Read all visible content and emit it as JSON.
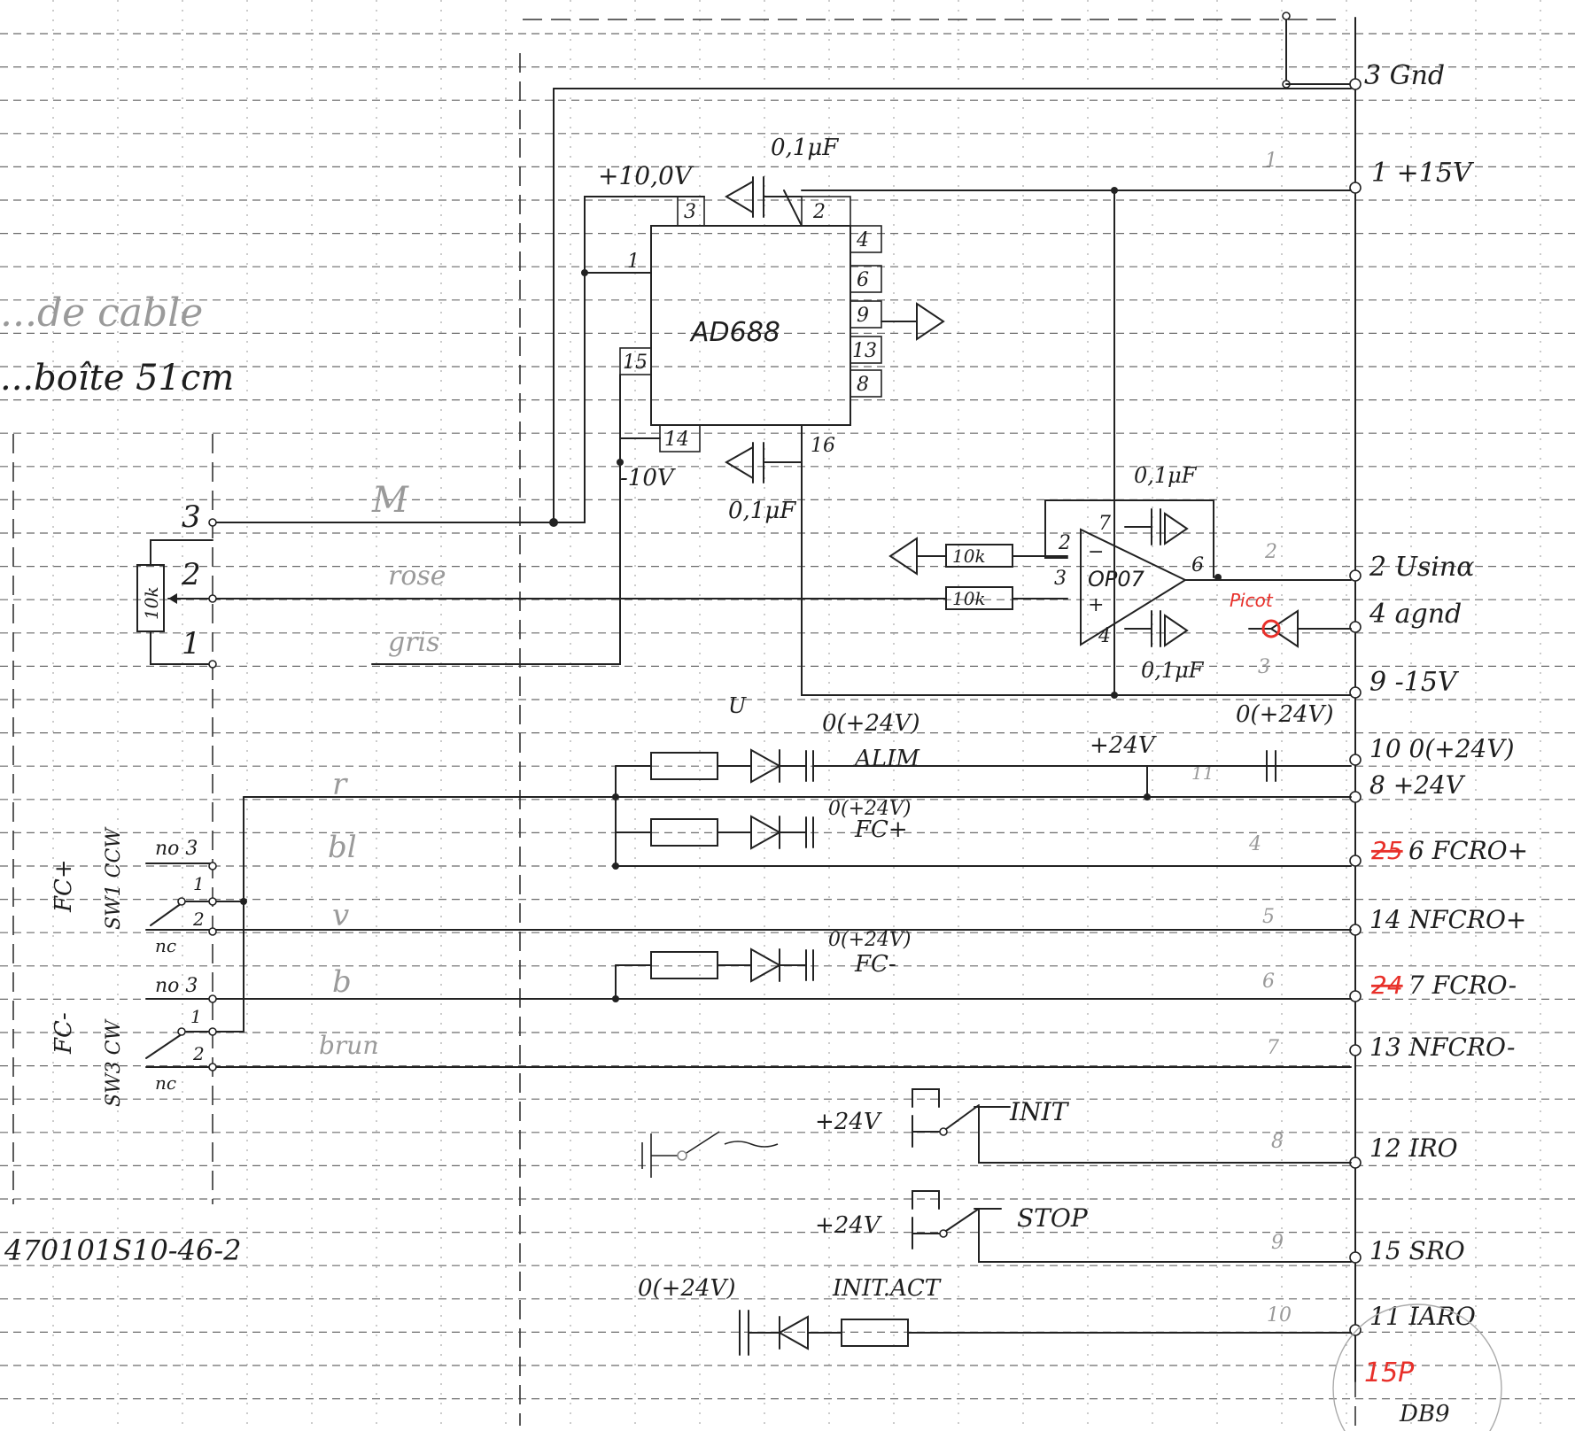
{
  "connector_pins": [
    {
      "label": "3 Gnd"
    },
    {
      "label": "1 +15V"
    },
    {
      "label": "2 Usinα"
    },
    {
      "label": "4 agnd"
    },
    {
      "label": "9 -15V"
    },
    {
      "label": "10 0(+24V)"
    },
    {
      "label": "8 +24V"
    },
    {
      "label": "6 FCRO+",
      "struck": "25",
      "correction": "6"
    },
    {
      "label": "14 NFCRO+"
    },
    {
      "label": "7 FCRO-",
      "struck": "24",
      "correction": "7"
    },
    {
      "label": "13 NFCRO-"
    },
    {
      "label": "12 IRO"
    },
    {
      "label": "15 SRO"
    },
    {
      "label": "11 IARO"
    }
  ],
  "connector_note": "DB9",
  "connector_note_red": "15P",
  "pencil_wire_numbers": [
    "1",
    "2",
    "3",
    "4",
    "5",
    "6",
    "7",
    "8",
    "9",
    "10",
    "11"
  ],
  "ad688": {
    "name": "AD688",
    "supply_label": "+10,0V",
    "neg_supply_label": "-10V",
    "cap_top": "0,1μF",
    "cap_bottom": "0,1μF",
    "pins": [
      "3",
      "2",
      "1",
      "4",
      "6",
      "9",
      "13",
      "8",
      "15",
      "14",
      "16"
    ]
  },
  "op07": {
    "name": "OP07",
    "pins": [
      "2",
      "3",
      "7",
      "6",
      "4"
    ],
    "minus": "−",
    "plus": "+",
    "cap_top": "0,1μF",
    "cap_bottom": "0,1μF",
    "res_1": "10k",
    "res_2": "10k",
    "red_note": "Picot"
  },
  "potentiometer": {
    "value": "10k",
    "pins": [
      "3",
      "2",
      "1"
    ]
  },
  "cable_notes": {
    "line1": "...de cable",
    "line2": "...boîte  51cm"
  },
  "wire_colors_pencil": {
    "w1": "M",
    "w2": "rose",
    "w3": "gris",
    "w4": "r",
    "w5": "bl",
    "w6": "v",
    "w7": "b",
    "w8": "brun"
  },
  "leds": [
    {
      "label": "ALIM",
      "supply": "0(+24V)"
    },
    {
      "label": "FC+",
      "supply": "0(+24V)"
    },
    {
      "label": "FC-",
      "supply": "0(+24V)"
    },
    {
      "label": "INIT.ACT",
      "supply": "0(+24V)"
    }
  ],
  "supply_cap": {
    "label": "+24V",
    "supply": "0(+24V)"
  },
  "misc": {
    "v_mark": "U"
  },
  "switches": [
    {
      "name": "FC+",
      "ref": "SW1 CCW",
      "no": "no 3",
      "c1": "1",
      "c2": "2",
      "nc": "nc"
    },
    {
      "name": "FC-",
      "ref": "SW3 CW",
      "no": "no 3",
      "c1": "1",
      "c2": "2",
      "nc": "nc"
    }
  ],
  "pushbuttons": [
    {
      "label": "INIT",
      "supply": "+24V"
    },
    {
      "label": "STOP",
      "supply": "+24V"
    }
  ],
  "part_number": "470101S10-46-2"
}
